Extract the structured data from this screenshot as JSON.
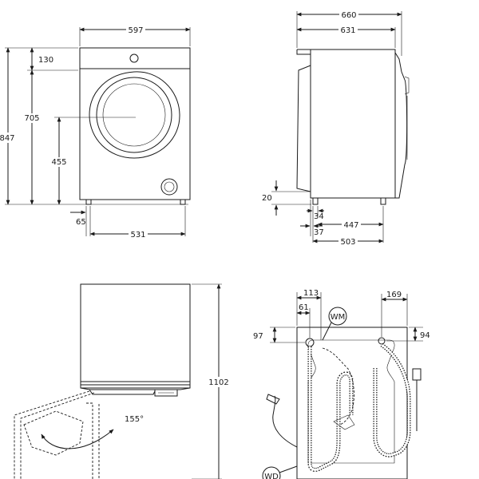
{
  "front_view": {
    "width": "597",
    "height_total": "847",
    "top_clearance": "130",
    "door_top": "705",
    "door_center": "455",
    "foot_offset": "65",
    "foot_spacing": "531"
  },
  "side_view": {
    "depth_total": "660",
    "depth_body": "631",
    "foot_height": "20",
    "foot_width": "34",
    "foot_offset": "37",
    "foot_spacing": "447",
    "depth_with_feet": "503"
  },
  "door_view": {
    "height_open": "1102",
    "door_angle": "155°"
  },
  "rear_view": {
    "inlet_offset_a": "113",
    "inlet_offset_b": "61",
    "drain_offset": "169",
    "inlet_height": "97",
    "drain_height": "94",
    "label_inlet": "WM",
    "label_drain": "WD"
  }
}
